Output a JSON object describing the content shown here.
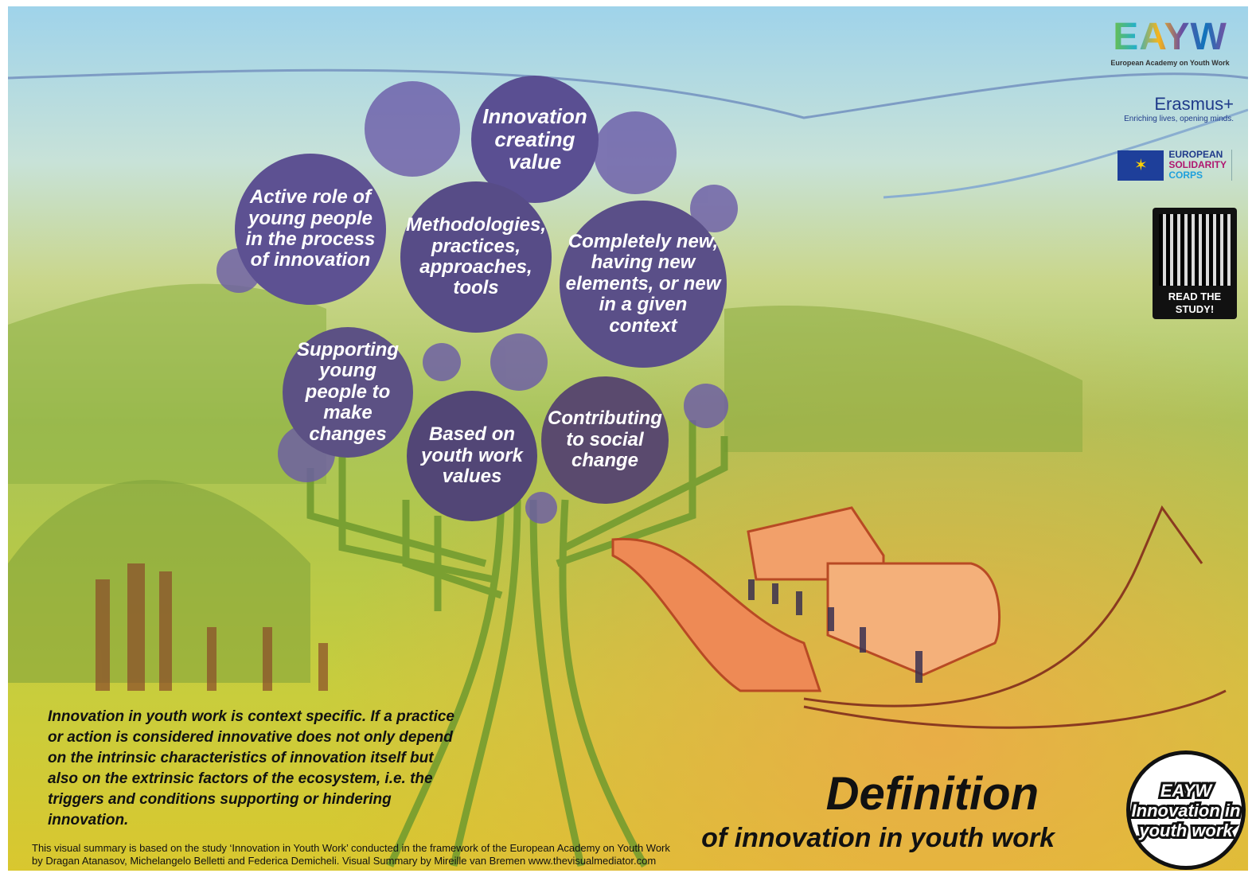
{
  "bubbles": [
    {
      "id": "innovation-creating-value",
      "text": "Innovation creating value"
    },
    {
      "id": "active-role",
      "text": "Active role of young people in the process of innovation"
    },
    {
      "id": "methodologies",
      "text": "Methodologies, practices, approaches, tools"
    },
    {
      "id": "completely-new",
      "text": "Completely new, having new elements, or new in a given context"
    },
    {
      "id": "supporting",
      "text": "Supporting young people to make changes"
    },
    {
      "id": "youth-work-values",
      "text": "Based on youth work values"
    },
    {
      "id": "social-change",
      "text": "Contributing to social change"
    }
  ],
  "logos": {
    "eayw": {
      "letters": "EAYW",
      "subtitle": "European Academy on Youth Work"
    },
    "erasmus": {
      "title": "Erasmus+",
      "tagline": "Enriching lives, opening minds."
    },
    "esc": {
      "line1": "EUROPEAN",
      "line2": "SOLIDARITY",
      "line3": "CORPS"
    },
    "qr": {
      "label": "READ THE STUDY!"
    }
  },
  "intro_text": "Innovation in youth work is context specific. If a practice or action is considered innovative does not only depend on the intrinsic characteristics of innovation itself but also on the extrinsic factors of the ecosystem, i.e. the triggers and conditions supporting or hindering innovation.",
  "credits": {
    "line1": "This visual summary is based on the study ‘Innovation in Youth Work’ conducted in the framework of the European Academy on Youth Work",
    "line2": "by Dragan Atanasov, Michelangelo Belletti and Federica Demicheli. Visual Summary by Mireille van Bremen www.thevisualmediator.com"
  },
  "title": {
    "main": "Definition",
    "sub": "of innovation in youth work"
  },
  "badge": "EAYW Innovation in youth work",
  "colors": {
    "bubble": "#5a4f92",
    "trunk": "#6f9a2e",
    "train": "#e8834a"
  }
}
